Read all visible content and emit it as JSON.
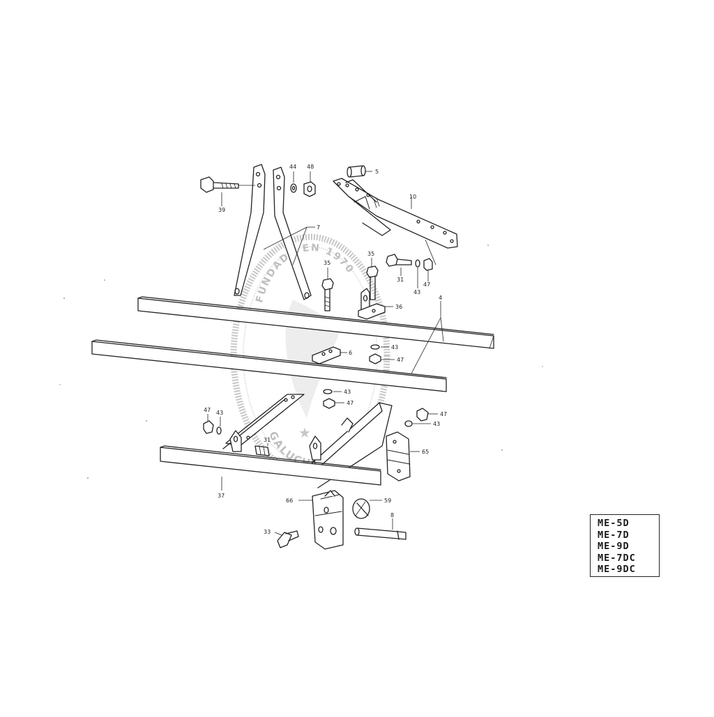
{
  "diagram": {
    "stamp": {
      "top_text": "FUNDADA EN 1970",
      "bottom_text": "GALUCHO"
    },
    "callouts": [
      {
        "id": "c39",
        "text": "39"
      },
      {
        "id": "c44",
        "text": "44"
      },
      {
        "id": "c48",
        "text": "48"
      },
      {
        "id": "c5",
        "text": "5"
      },
      {
        "id": "c10",
        "text": "10"
      },
      {
        "id": "c7",
        "text": "7"
      },
      {
        "id": "c35a",
        "text": "35"
      },
      {
        "id": "c35b",
        "text": "35"
      },
      {
        "id": "c31a",
        "text": "31"
      },
      {
        "id": "c43a",
        "text": "43"
      },
      {
        "id": "c47a",
        "text": "47"
      },
      {
        "id": "c4",
        "text": "4"
      },
      {
        "id": "c36",
        "text": "36"
      },
      {
        "id": "c43b",
        "text": "43"
      },
      {
        "id": "c6",
        "text": "6"
      },
      {
        "id": "c47b",
        "text": "47"
      },
      {
        "id": "c43c",
        "text": "43"
      },
      {
        "id": "c47c",
        "text": "47"
      },
      {
        "id": "c47d",
        "text": "47"
      },
      {
        "id": "c43d",
        "text": "43"
      },
      {
        "id": "c31b",
        "text": "31"
      },
      {
        "id": "c47e",
        "text": "47"
      },
      {
        "id": "c43e",
        "text": "43"
      },
      {
        "id": "c65",
        "text": "65"
      },
      {
        "id": "c37",
        "text": "37"
      },
      {
        "id": "c66",
        "text": "66"
      },
      {
        "id": "c59",
        "text": "59"
      },
      {
        "id": "c8",
        "text": "8"
      },
      {
        "id": "c33",
        "text": "33"
      }
    ]
  },
  "model_box": {
    "models": [
      "ME-5D",
      "ME-7D",
      "ME-9D",
      "ME-7DC",
      "ME-9DC"
    ]
  },
  "colors": {
    "ink": "#222222",
    "stamp": "#9a9a9a"
  }
}
